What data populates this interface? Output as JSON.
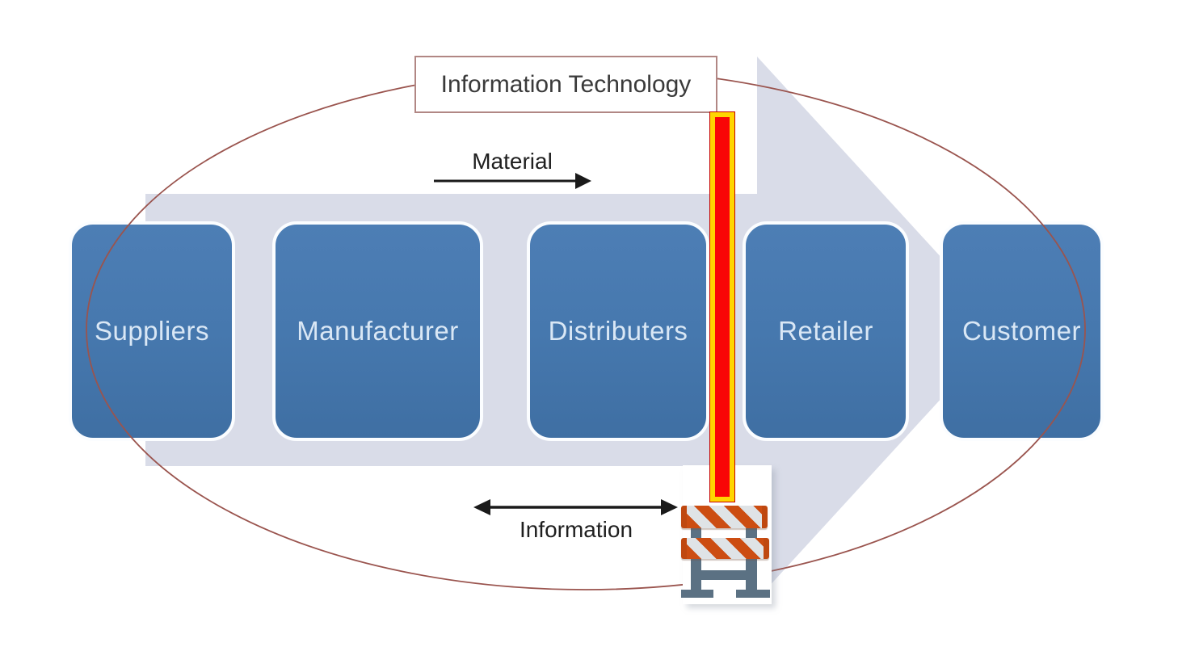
{
  "diagram": {
    "title": "Information Technology",
    "flows": {
      "material": "Material",
      "information": "Information"
    },
    "chain": [
      {
        "label": "Suppliers"
      },
      {
        "label": "Manufacturer"
      },
      {
        "label": "Distributers"
      },
      {
        "label": "Retailer"
      },
      {
        "label": "Customer"
      }
    ],
    "icons": {
      "barrier": "construction-barrier-icon",
      "blocked_link": "blocked-information-flow-bar"
    },
    "colors": {
      "process_box_fill": "#4f81bd",
      "process_arrow_fill": "#d9dce8",
      "ellipse_stroke": "#9a544e",
      "it_box_border": "#b18784",
      "flow_arrow_black": "#1a1a1a",
      "block_bar_red": "#f90606",
      "block_bar_yellow": "#ffd500",
      "barrier_stripe_orange": "#cc4d12",
      "barrier_frame_gray": "#5b7183"
    }
  }
}
